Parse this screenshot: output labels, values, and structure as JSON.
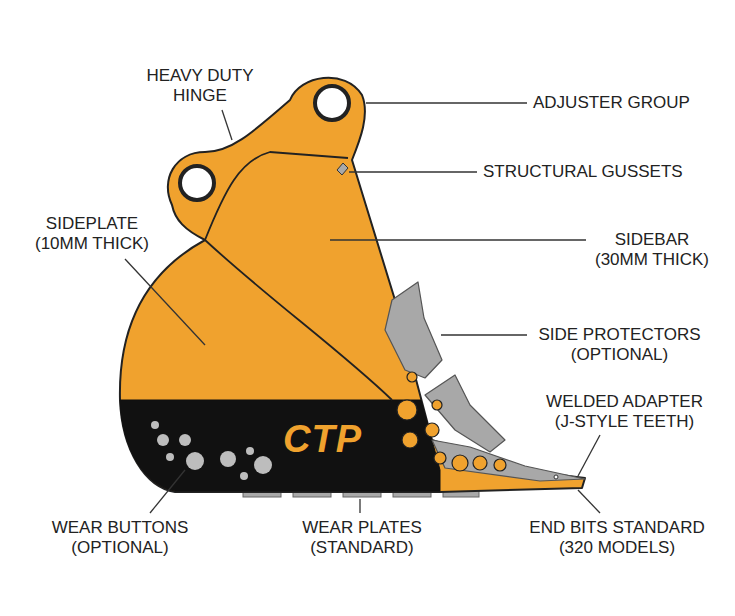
{
  "diagram": {
    "labels": [
      "HEAVY DUTY HINGE",
      "ADJUSTER GROUP",
      "STRUCTURAL GUSSETS",
      "SIDEPLATE (10MM THICK)",
      "SIDEBAR (30MM THICK)",
      "SIDE PROTECTORS (OPTIONAL)",
      "WELDED ADAPTER (J-STYLE TEETH)",
      "WEAR BUTTONS (OPTIONAL)",
      "WEAR PLATES (STANDARD)",
      "END BITS STANDARD (320 MODELS)",
      "CTP"
    ]
  }
}
